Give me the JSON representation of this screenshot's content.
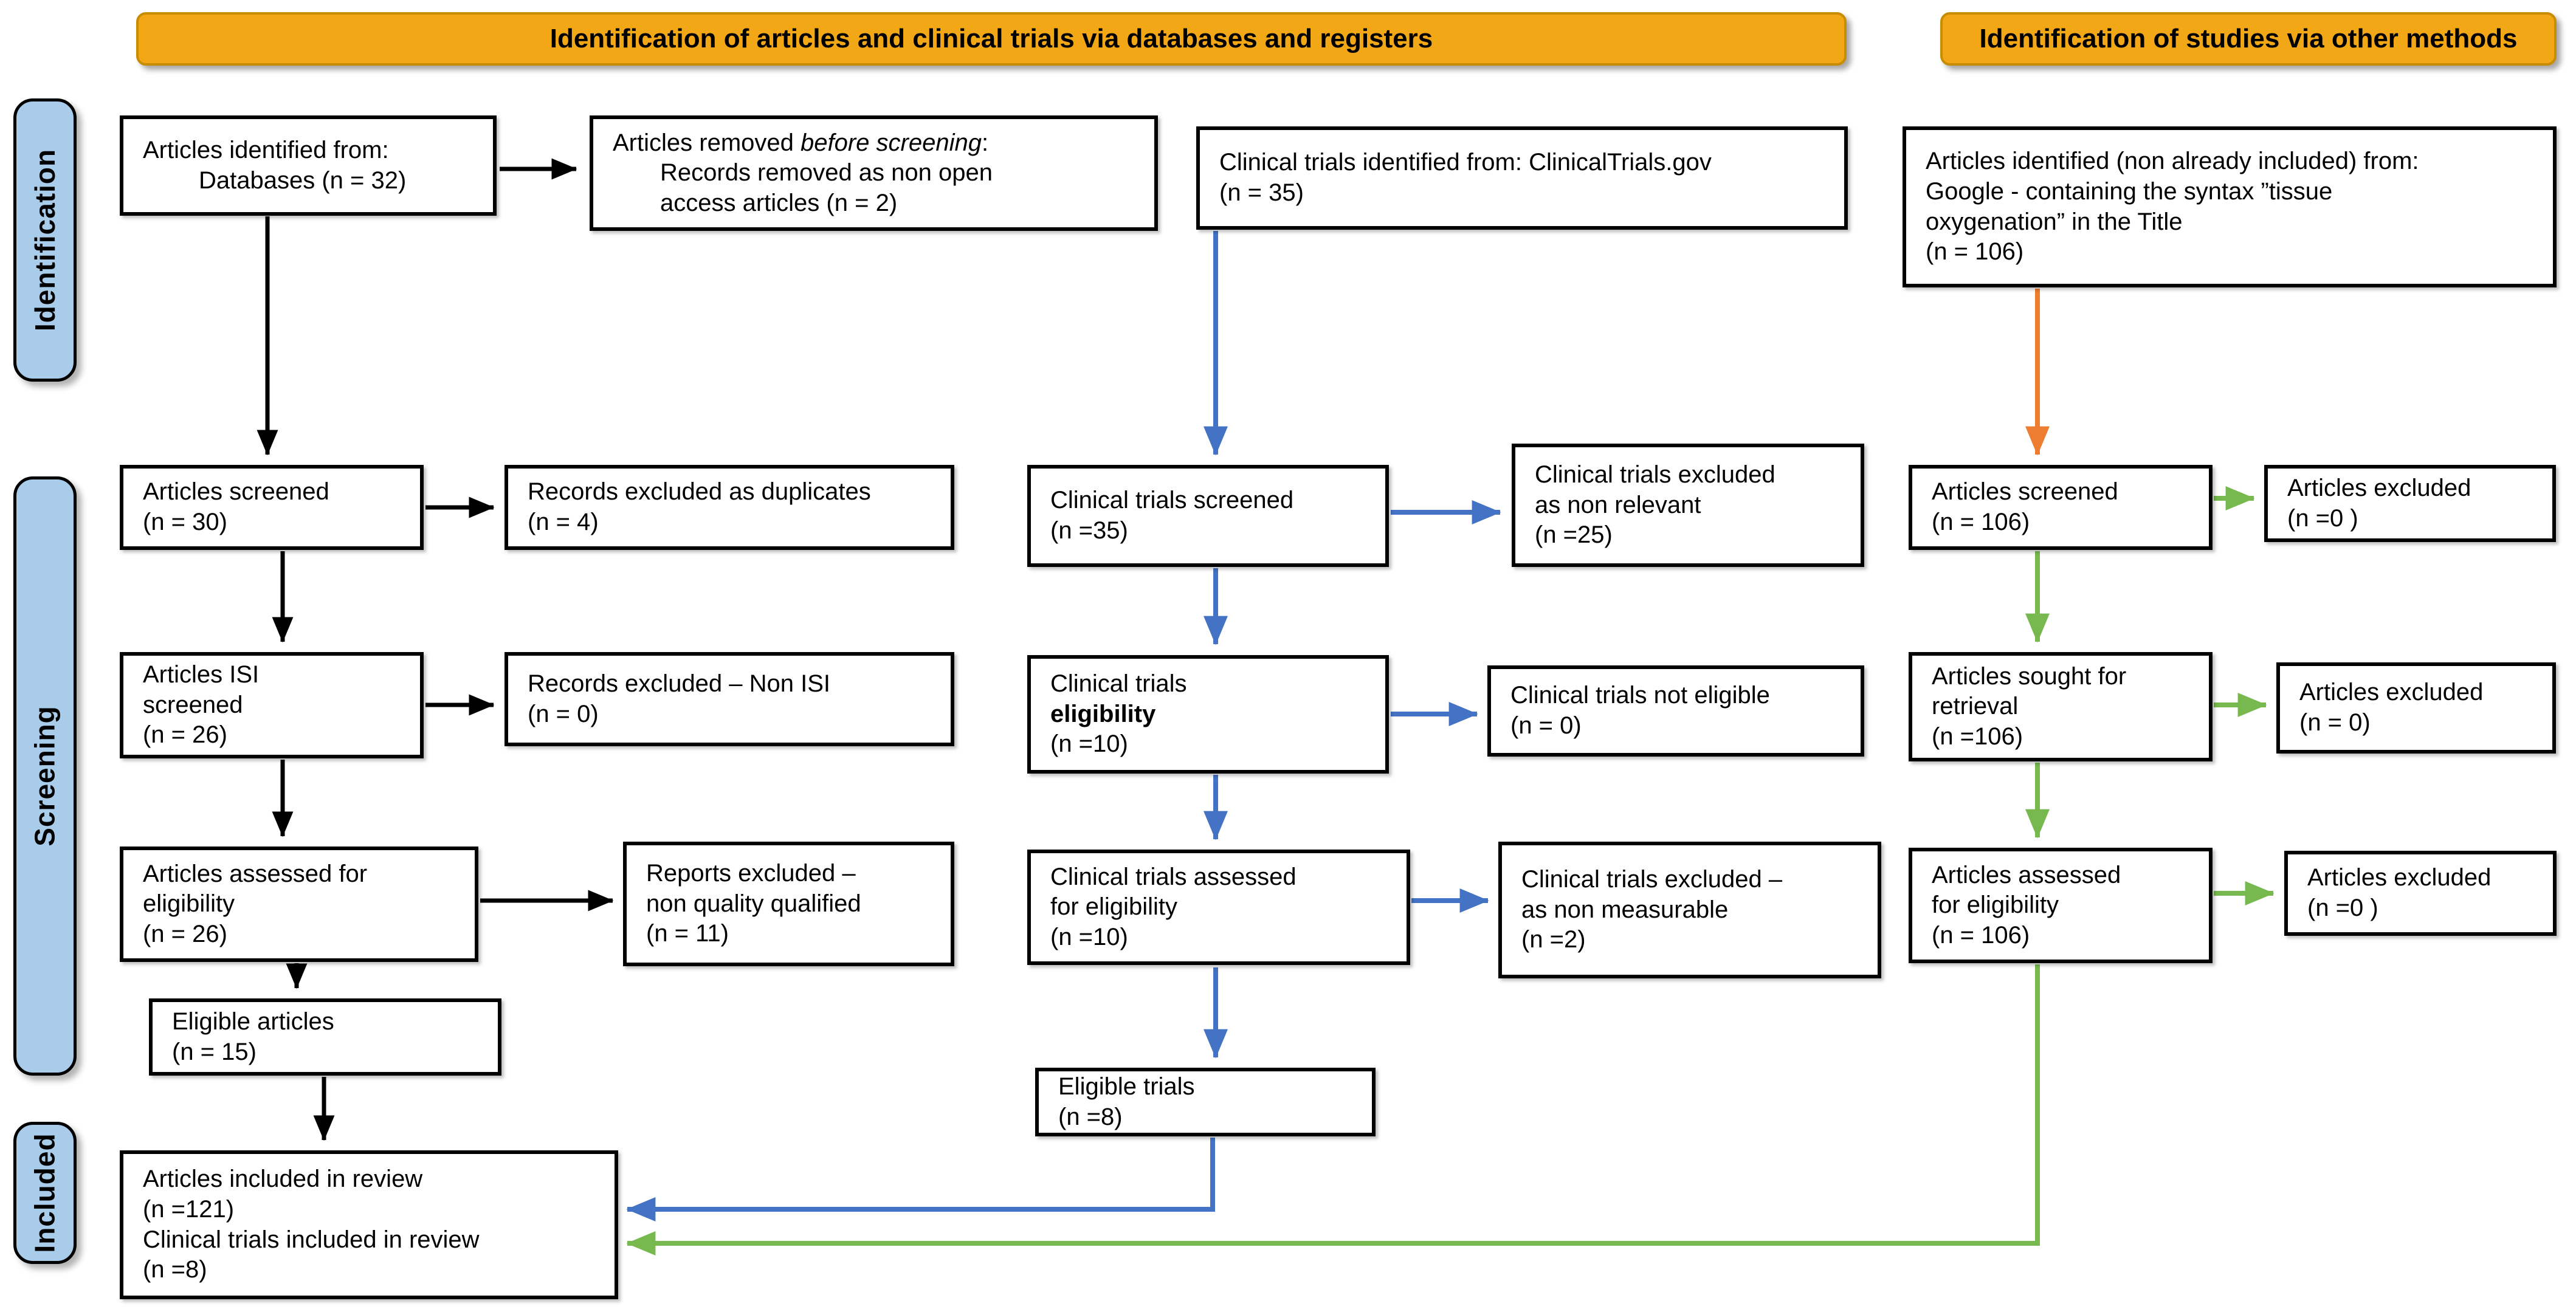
{
  "colors": {
    "banner_fill": "#F2A716",
    "banner_border": "#C88C00",
    "sidebar_fill": "#A9CCEB",
    "arrow_black": "#000000",
    "arrow_blue": "#4472C4",
    "arrow_green": "#78B94F",
    "arrow_orange": "#ED7D31"
  },
  "banners": {
    "databases": "Identification of articles and clinical trials via databases and registers",
    "other_methods": "Identification of studies via other methods"
  },
  "sidebar": {
    "identification": "Identification",
    "screening": "Screening",
    "included": "Included"
  },
  "boxes": {
    "articles_identified": {
      "line1": "Articles identified from:",
      "line2": "Databases (n = 32)"
    },
    "articles_removed": {
      "pre": "Articles removed ",
      "em": "before screening",
      "post": ":",
      "line2": "Records removed as non open",
      "line3": "access articles (n = 2)"
    },
    "trials_identified": {
      "text": "Clinical trials identified from: ClinicalTrials.gov\n(n = 35)"
    },
    "google_identified": {
      "text": "Articles identified (non already included) from:\nGoogle - containing the syntax ”tissue\noxygenation” in the Title\n(n = 106)"
    },
    "articles_screened": {
      "text": "Articles screened\n(n = 30)"
    },
    "duplicates_excluded": {
      "text": "Records excluded as duplicates\n(n = 4)"
    },
    "trials_screened": {
      "text": "Clinical trials screened\n(n =35)"
    },
    "trials_excluded_relevant": {
      "text": "Clinical trials excluded\nas non relevant\n(n =25)"
    },
    "google_screened": {
      "text": "Articles screened\n(n = 106)"
    },
    "google_excluded_1": {
      "text": "Articles excluded\n(n =0 )"
    },
    "isi_screened": {
      "text": "Articles ISI\nscreened\n(n = 26)"
    },
    "non_isi_excluded": {
      "text": "Records excluded – Non ISI\n(n = 0)"
    },
    "trials_eligibility": {
      "line1": "Clinical trials",
      "bold": "eligibility",
      "line3": "(n =10)"
    },
    "trials_not_eligible": {
      "text": "Clinical trials not eligible\n(n = 0)"
    },
    "google_sought": {
      "text": "Articles sought for\nretrieval\n(n =106)"
    },
    "google_excluded_2": {
      "text": "Articles excluded\n(n = 0)"
    },
    "articles_assessed": {
      "text": "Articles assessed for\neligibility\n(n = 26)"
    },
    "reports_excluded": {
      "text": "Reports excluded –\nnon quality qualified\n(n = 11)"
    },
    "trials_assessed": {
      "text": "Clinical trials assessed\nfor eligibility\n(n =10)"
    },
    "trials_excluded_measurable": {
      "text": "Clinical trials excluded –\nas non measurable\n(n =2)"
    },
    "google_assessed": {
      "text": "Articles assessed\nfor eligibility\n(n = 106)"
    },
    "google_excluded_3": {
      "text": "Articles excluded\n(n =0 )"
    },
    "eligible_articles": {
      "text": "Eligible articles\n(n = 15)"
    },
    "eligible_trials": {
      "text": "Eligible trials\n(n =8)"
    },
    "included_review": {
      "text": "Articles included in review\n(n =121)\nClinical trials included in review\n(n =8)"
    }
  }
}
